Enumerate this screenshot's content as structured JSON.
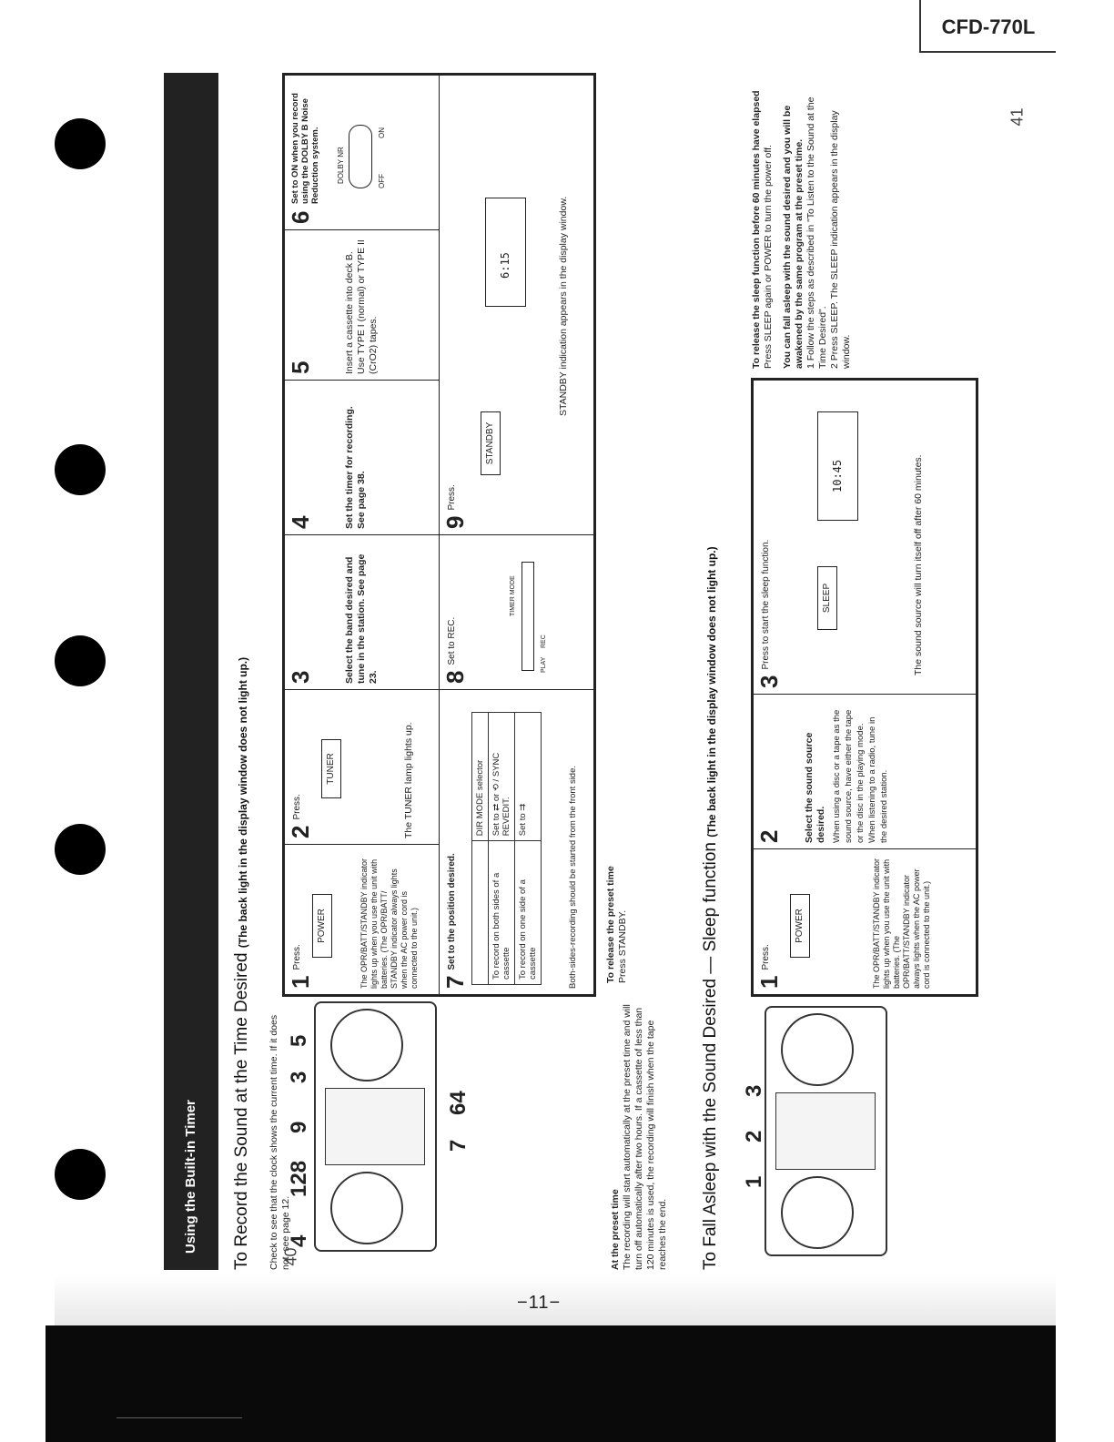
{
  "header": {
    "model": "CFD-770L"
  },
  "page_numbers": {
    "left": "40",
    "right": "41",
    "center": "−11−"
  },
  "section_band": "Using the Built-in Timer",
  "record": {
    "title": "To Record the Sound at the Time Desired",
    "title_note": "(The back light in the display window does not light up.)",
    "intro": "Check to see that the clock shows the current time. If it does not, see page 12.",
    "callouts_top": [
      "4",
      "128",
      "9",
      "3",
      "5"
    ],
    "callouts_bottom": [
      "7",
      "64"
    ],
    "steps": [
      {
        "num": "1",
        "head": "Press.",
        "button": "POWER",
        "text": "The OPR/BATT/STANDBY indicator lights up when you use the unit with batteries. (The OPR/BATT/ STANDBY indicator always lights when the AC power cord is connected to the unit.)"
      },
      {
        "num": "2",
        "head": "Press.",
        "button": "TUNER",
        "text": "The TUNER lamp lights up."
      },
      {
        "num": "3",
        "head": "",
        "text": "Select the band desired and tune in the station. See page 23."
      },
      {
        "num": "4",
        "head": "",
        "text": "Set the timer for recording. See page 38."
      },
      {
        "num": "5",
        "head": "",
        "text": "Insert a cassette into deck B. Use TYPE I (normal) or TYPE II (CrO2) tapes."
      },
      {
        "num": "6",
        "head": "Set to ON when you record using the DOLBY B Noise Reduction system.",
        "switch_label": "DOLBY NR",
        "switch_off": "OFF",
        "switch_on": "ON"
      },
      {
        "num": "7",
        "head": "Set to the position desired.",
        "table": {
          "header": [
            "",
            "DIR MODE selector"
          ],
          "rows": [
            [
              "To record on both sides of a cassette",
              "Set to ⇄ or ⟲ / SYNC REVEDIT."
            ],
            [
              "To record on one side of a cassette",
              "Set to ⇉"
            ]
          ]
        },
        "note": "Both-sides-recording should be started from the front side."
      },
      {
        "num": "8",
        "head": "Set to REC.",
        "labels": [
          "PLAY",
          "REC",
          "TIMER MODE"
        ]
      },
      {
        "num": "9",
        "head": "Press.",
        "button": "STANDBY",
        "lcd": "6:15",
        "note": "STANDBY indication appears in the display window."
      }
    ],
    "preset": {
      "head": "At the preset time",
      "text": "The recording will start automatically at the preset time and will turn off automatically after two hours. If a cassette of less than 120 minutes is used, the recording will finish when the tape reaches the end."
    },
    "release": {
      "head": "To release the preset time",
      "text": "Press STANDBY."
    }
  },
  "sleep": {
    "title": "To Fall Asleep with the Sound Desired — Sleep function",
    "title_note": "(The back light in the display window does not light up.)",
    "callouts": [
      "1",
      "2",
      "3"
    ],
    "steps": [
      {
        "num": "1",
        "head": "Press.",
        "button": "POWER",
        "text": "The OPR/BATT/STANDBY indicator lights up when you use the unit with batteries. (The OPR/BATT/STANDBY indicator always lights when the AC power cord is connected to the unit.)"
      },
      {
        "num": "2",
        "head": "Select the sound source desired.",
        "text": "When using a disc or a tape as the sound source, have either the tape or the disc in the playing mode. When listening to a radio, tune in the desired station."
      },
      {
        "num": "3",
        "head": "Press to start the sleep function.",
        "button": "SLEEP",
        "lcd": "10:45",
        "text": "The sound source will turn itself off after 60 minutes."
      }
    ],
    "release": {
      "head": "To release the sleep function before 60 minutes have elapsed",
      "text": "Press SLEEP again or POWER to turn the power off."
    },
    "wake": {
      "head": "You can fall asleep with the sound desired and you will be awakened by the same program at the preset time.",
      "items": [
        "1 Follow the steps as described in \"To Listen to the Sound at the Time Desired\".",
        "2 Press SLEEP. The SLEEP indication appears in the display window."
      ]
    }
  }
}
